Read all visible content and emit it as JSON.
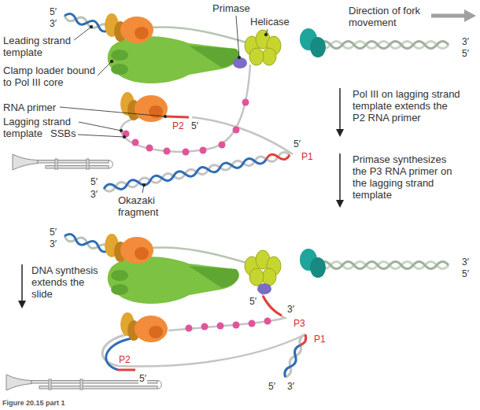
{
  "diagram": {
    "caption": "Figure 20.15 part 1",
    "labels": [
      "5′",
      "3′",
      "Leading strand template",
      "Clamp loader bound to Pol III core",
      "RNA primer",
      "Lagging strand template",
      "SSBs",
      "Primase",
      "Helicase",
      "Direction of fork movement",
      "3′",
      "5′",
      "P2",
      "5′",
      "5′",
      "P1",
      "5′",
      "3′",
      "Okazaki fragment",
      "Pol III on lagging strand template extends the P2 RNA primer",
      "Primase synthesizes the P3 RNA primer on the lagging strand template",
      "5′",
      "3′",
      "3′",
      "5′",
      "DNA synthesis extends the slide",
      "5′",
      "3′",
      "P3",
      "P1",
      "P2",
      "5′",
      "5′",
      "3′"
    ]
  }
}
